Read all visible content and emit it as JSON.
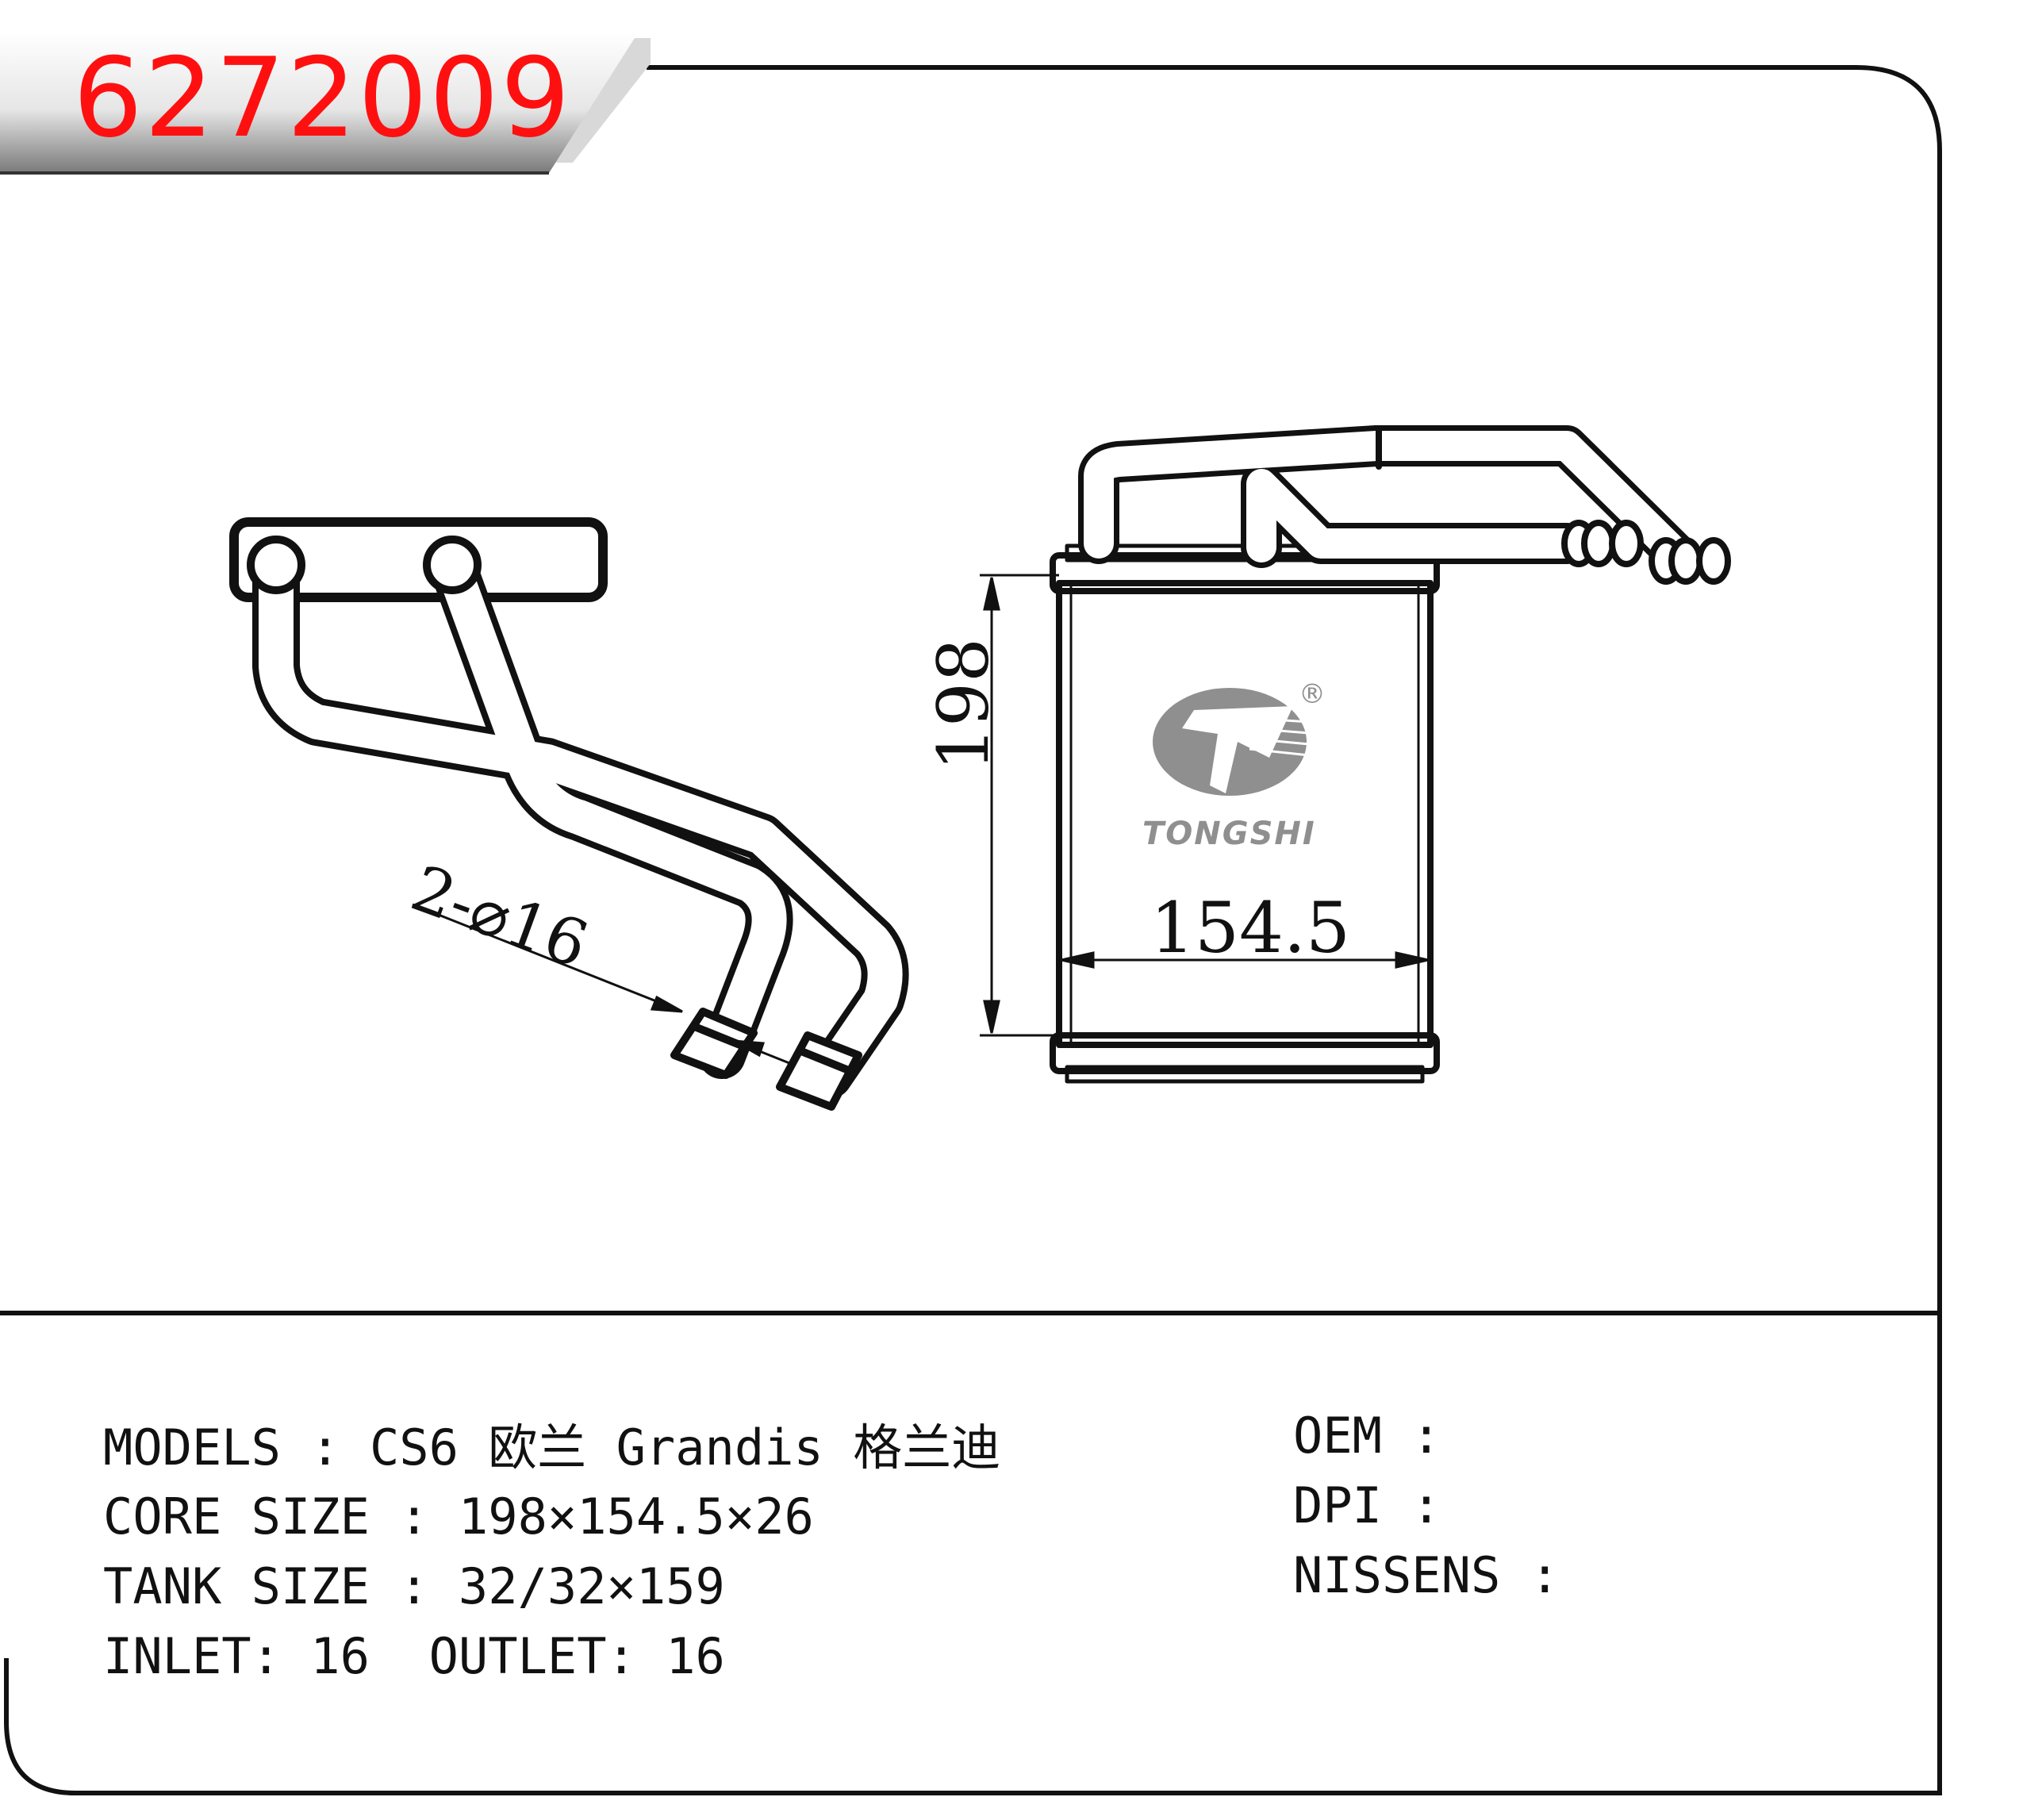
{
  "part_number": "6272009",
  "drawing": {
    "dim_height": "198",
    "dim_width": "154.5",
    "dim_pipe": "2-⌀16",
    "brand": "TONGSHI",
    "registered": "®"
  },
  "specs": {
    "models": "MODELS : CS6 欧兰 Grandis 格兰迪",
    "core_size": "CORE SIZE : 198×154.5×26",
    "tank_size": "TANK SIZE : 32/32×159",
    "inlet_outlet": "INLET: 16  OUTLET: 16"
  },
  "refs": {
    "oem": "OEM :",
    "dpi": "DPI :",
    "nissens": "NISSENS :"
  },
  "colors": {
    "accent": "#ff1010",
    "line": "#111111",
    "logo": "#8f8f8f"
  }
}
